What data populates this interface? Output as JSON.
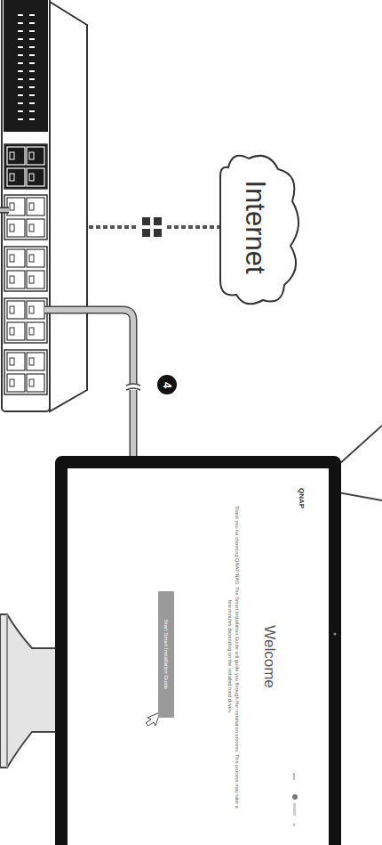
{
  "diagram": {
    "nodes": [
      {
        "text": [
          "Internet"
        ]
      },
      {
        "text": [
          "QNAP",
          "Welcome",
          "Thank you for choosing QNAP NAS. The Smart Installation Guide will guide you through the installation process. This process may take a few minutes depending on the installed hard drives."
        ]
      },
      {
        "text": [
          "Start Smart Installation Guide"
        ],
        "in": 1
      }
    ],
    "labels": [
      "4"
    ]
  }
}
